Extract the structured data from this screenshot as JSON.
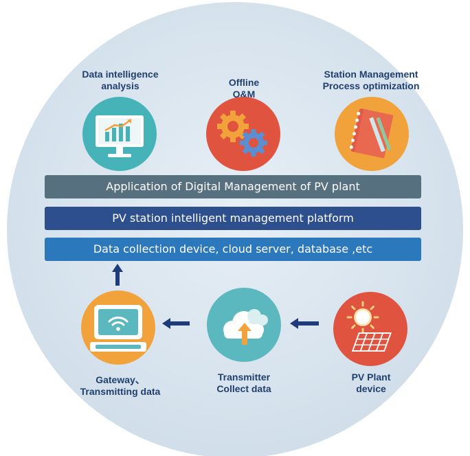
{
  "top_modules": [
    {
      "label": "Data intelligence\nanalysis",
      "icon": "monitor-chart-icon",
      "color": "#46b3b9"
    },
    {
      "label": "Offline\nO&M",
      "icon": "gears-icon",
      "color": "#e0533f"
    },
    {
      "label": "Station Management\nProcess optimization",
      "icon": "notebook-icon",
      "color": "#f2a23a"
    }
  ],
  "layers": [
    {
      "label": "Application of Digital Management of PV plant",
      "color": "#577080"
    },
    {
      "label": "PV station intelligent management platform",
      "color": "#2e4f8e"
    },
    {
      "label": "Data collection device, cloud server, database ,etc",
      "color": "#2c78bd"
    }
  ],
  "bottom_flow": [
    {
      "label": "Gateway、\nTransmitting data",
      "icon": "gateway-wifi-icon",
      "color": "#f2a23a"
    },
    {
      "label": "Transmitter\nCollect data",
      "icon": "cloud-upload-icon",
      "color": "#5cb8bf"
    },
    {
      "label": "PV Plant\ndevice",
      "icon": "sun-solar-panel-icon",
      "color": "#e0533f"
    }
  ],
  "colors": {
    "background_circle": "#d5e3ee",
    "arrow": "#1f3b7a",
    "caption": "#1f3f6e"
  }
}
